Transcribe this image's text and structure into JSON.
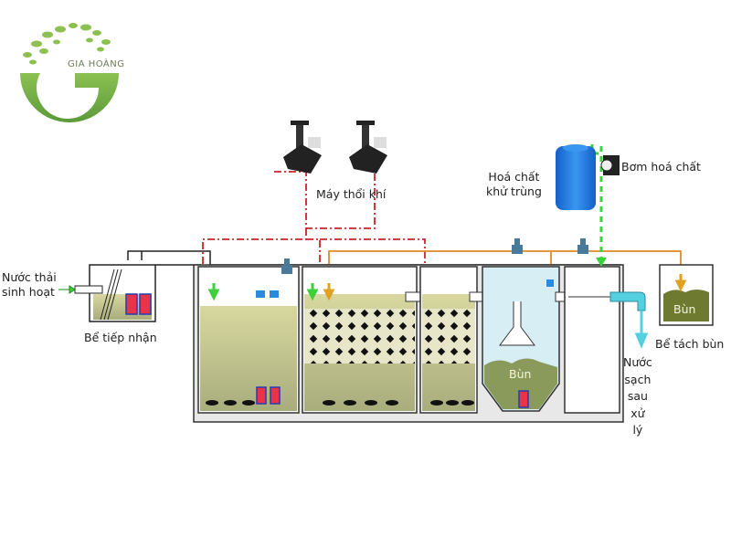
{
  "logo": {
    "text": "GIA HOÀNG",
    "color": "#7ab648"
  },
  "labels": {
    "wastewater_in": "Nước thải\nsinh hoạt",
    "receiving_tank": "Bể tiếp nhận",
    "blower": "Máy thổi khí",
    "disinfectant": "Hoá chất\nkhử trùng",
    "chemical_pump": "Bơm hoá chất",
    "sludge_settler": "Bùn",
    "sludge_tank_content": "Bùn",
    "sludge_tank": "Bể tách bùn",
    "clean_water": "Nước\nsạch\nsau\nxử\nlý"
  },
  "colors": {
    "air_line": "#d0202a",
    "sludge_line": "#e08a2a",
    "chemical_line": "#3ad13a",
    "water_line": "#222222",
    "tank_wall": "#333333",
    "wastewater": "#c9c98e",
    "sludge": "#7a8a3a",
    "clean_water": "#d8eef5",
    "outlet_pipe": "#55d0e0",
    "chem_tank": "#1e78e0"
  }
}
